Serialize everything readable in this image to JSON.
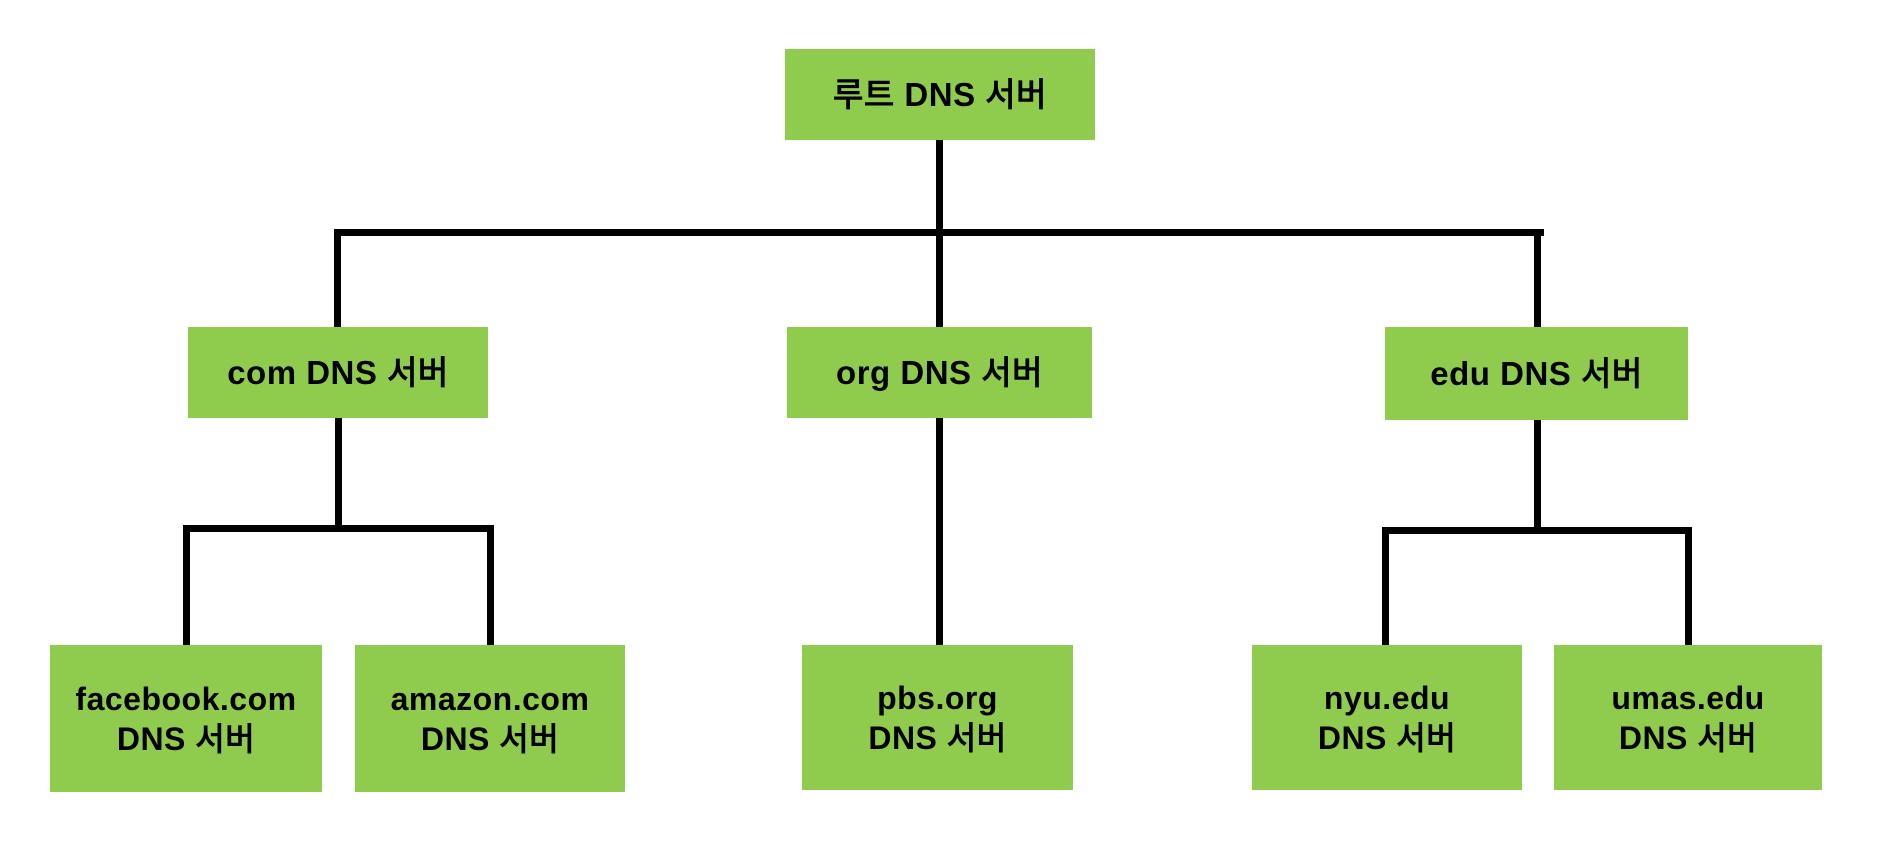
{
  "diagram": {
    "type": "tree",
    "description_colors": {
      "node_fill": "#8fcc4e",
      "connector": "#000000",
      "text": "#000000",
      "background": "#ffffff"
    },
    "nodes": {
      "root": {
        "label": "루트 DNS 서버"
      },
      "com": {
        "label": "com DNS 서버"
      },
      "org": {
        "label": "org DNS 서버"
      },
      "edu": {
        "label": "edu DNS 서버"
      },
      "facebook": {
        "line1": "facebook.com",
        "line2": "DNS 서버"
      },
      "amazon": {
        "line1": "amazon.com",
        "line2": "DNS 서버"
      },
      "pbs": {
        "line1": "pbs.org",
        "line2": "DNS 서버"
      },
      "nyu": {
        "line1": "nyu.edu",
        "line2": "DNS 서버"
      },
      "umas": {
        "line1": "umas.edu",
        "line2": "DNS 서버"
      }
    },
    "edges": [
      {
        "from": "root",
        "to": "com"
      },
      {
        "from": "root",
        "to": "org"
      },
      {
        "from": "root",
        "to": "edu"
      },
      {
        "from": "com",
        "to": "facebook"
      },
      {
        "from": "com",
        "to": "amazon"
      },
      {
        "from": "org",
        "to": "pbs"
      },
      {
        "from": "edu",
        "to": "nyu"
      },
      {
        "from": "edu",
        "to": "umas"
      }
    ]
  }
}
